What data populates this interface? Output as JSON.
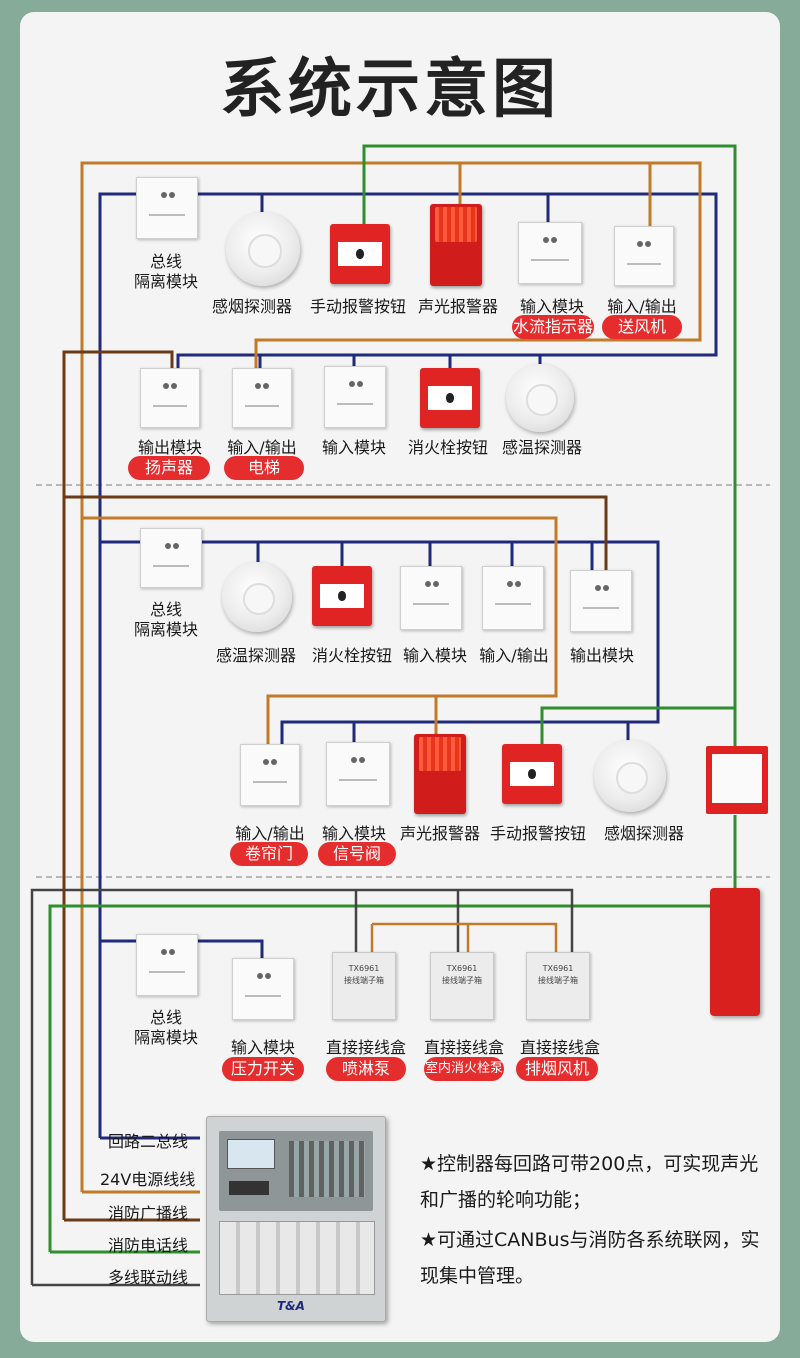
{
  "title": "系统示意图",
  "devices": {
    "row1": [
      {
        "label": "总线",
        "label2": "隔离模块"
      },
      {
        "label": "感烟探测器"
      },
      {
        "label": "手动报警按钮"
      },
      {
        "label": "声光报警器"
      },
      {
        "label": "输入模块",
        "tag": "水流指示器"
      },
      {
        "label": "输入/输出",
        "tag": "送风机"
      }
    ],
    "row2": [
      {
        "label": "输出模块",
        "tag": "扬声器"
      },
      {
        "label": "输入/输出",
        "tag": "电梯"
      },
      {
        "label": "输入模块"
      },
      {
        "label": "消火栓按钮"
      },
      {
        "label": "感温探测器"
      }
    ],
    "row3": [
      {
        "label": "总线",
        "label2": "隔离模块"
      },
      {
        "label": "感温探测器"
      },
      {
        "label": "消火栓按钮"
      },
      {
        "label": "输入模块"
      },
      {
        "label": "输入/输出"
      },
      {
        "label": "输出模块"
      }
    ],
    "row4": [
      {
        "label": "输入/输出",
        "tag": "卷帘门"
      },
      {
        "label": "输入模块",
        "tag": "信号阀"
      },
      {
        "label": "声光报警器"
      },
      {
        "label": "手动报警按钮"
      },
      {
        "label": "感烟探测器"
      }
    ],
    "row5": [
      {
        "label": "总线",
        "label2": "隔离模块"
      },
      {
        "label": "输入模块",
        "tag": "压力开关"
      },
      {
        "label": "直接接线盒",
        "tag": "喷淋泵"
      },
      {
        "label": "直接接线盒",
        "tag": "室内消火栓泵"
      },
      {
        "label": "直接接线盒",
        "tag": "排烟风机"
      }
    ]
  },
  "junction_box_text": {
    "line1": "TX6961",
    "line2": "接线端子箱"
  },
  "bus_lines": [
    "回路二总线",
    "24V电源线线",
    "消防广播线",
    "消防电话线",
    "多线联动线"
  ],
  "notes": [
    "★控制器每回路可带200点，可实现声光和广播的轮响功能；",
    "★可通过CANBus与消防各系统联网，实现集中管理。"
  ],
  "panel_brand": "T&A",
  "wire_colors": {
    "bus": "#1f2a7c",
    "power": "#6b3a16",
    "broadcast": "#c07a28",
    "phone": "#2f8f2f",
    "linkage": "#444444"
  }
}
